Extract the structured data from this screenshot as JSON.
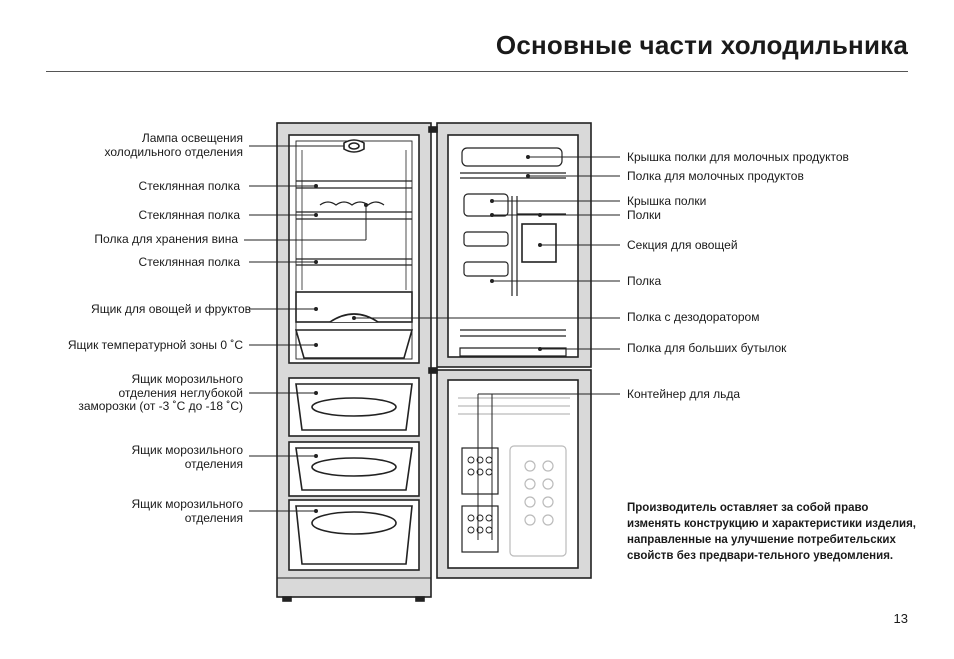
{
  "page": {
    "title": "Основные части холодильника",
    "page_number": "13"
  },
  "left_labels": [
    {
      "id": "lamp",
      "lines": [
        "Лампа освещения",
        "холодильного отделения"
      ]
    },
    {
      "id": "glass-shelf-1",
      "lines": [
        "Стеклянная полка"
      ]
    },
    {
      "id": "glass-shelf-2",
      "lines": [
        "Стеклянная полка"
      ]
    },
    {
      "id": "wine-shelf",
      "lines": [
        "Полка для хранения вина"
      ]
    },
    {
      "id": "glass-shelf-3",
      "lines": [
        "Стеклянная полка"
      ]
    },
    {
      "id": "veg-fruit-drawer",
      "lines": [
        "Ящик для овощей и фруктов"
      ]
    },
    {
      "id": "zero-zone-drawer",
      "lines": [
        "Ящик температурной зоны 0 ˚С"
      ]
    },
    {
      "id": "soft-freeze-drawer",
      "lines": [
        "Ящик морозильного",
        "отделения неглубокой",
        "заморозки (от -3 ˚С до -18 ˚С)"
      ]
    },
    {
      "id": "freezer-drawer-1",
      "lines": [
        "Ящик морозильного",
        "отделения"
      ]
    },
    {
      "id": "freezer-drawer-2",
      "lines": [
        "Ящик морозильного",
        "отделения"
      ]
    }
  ],
  "right_labels": [
    {
      "id": "dairy-lid",
      "lines": [
        "Крышка полки для молочных продуктов"
      ]
    },
    {
      "id": "dairy-shelf",
      "lines": [
        "Полка для молочных продуктов"
      ]
    },
    {
      "id": "shelf-lid",
      "lines": [
        "Крышка полки"
      ]
    },
    {
      "id": "shelves",
      "lines": [
        "Полки"
      ]
    },
    {
      "id": "veg-section",
      "lines": [
        "Секция для овощей"
      ]
    },
    {
      "id": "door-shelf",
      "lines": [
        "Полка"
      ]
    },
    {
      "id": "deodorizer-shelf",
      "lines": [
        "Полка с дезодоратором"
      ]
    },
    {
      "id": "bottle-shelf",
      "lines": [
        "Полка для больших бутылок"
      ]
    },
    {
      "id": "ice-container",
      "lines": [
        "Контейнер для льда"
      ]
    }
  ],
  "note": "Производитель оставляет за собой право изменять конструкцию и характеристики изделия, направленные на улучшение потребительских свойств без предвари-тельного уведомления."
}
